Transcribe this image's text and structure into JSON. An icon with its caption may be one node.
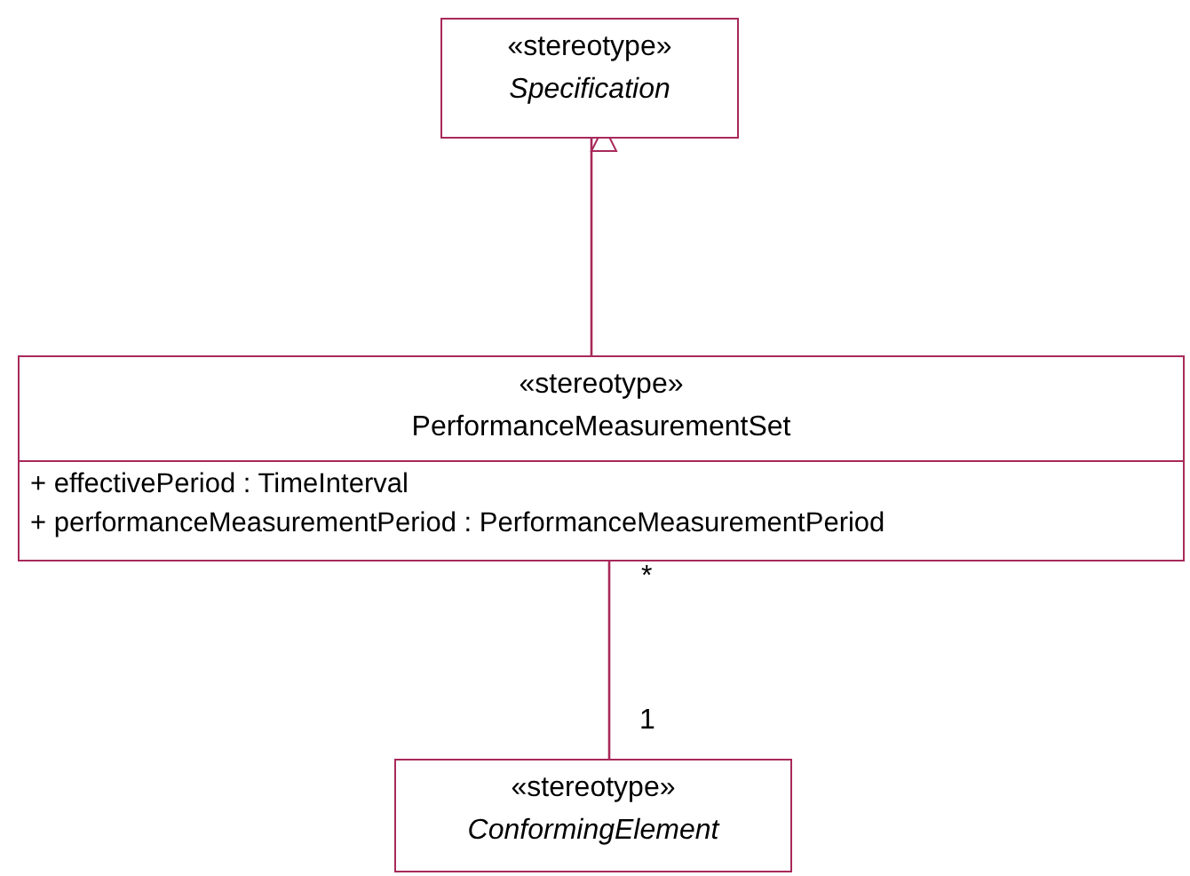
{
  "diagram": {
    "nodes": [
      {
        "text": [
          "«stereotype»",
          "Specification"
        ]
      },
      {
        "text": [
          "«stereotype»",
          "PerformanceMeasurementSet",
          "+ effectivePeriod : TimeInterval",
          "+ performanceMeasurementPeriod : PerformanceMeasurementPeriod"
        ]
      },
      {
        "text": [
          "«stereotype»",
          "ConformingElement"
        ]
      }
    ],
    "edges": [
      {
        "from": 1,
        "to": 0,
        "arrow": "to"
      },
      {
        "from": 1,
        "to": 2,
        "arrow": "none"
      }
    ],
    "labels": [
      "*",
      "1"
    ]
  }
}
